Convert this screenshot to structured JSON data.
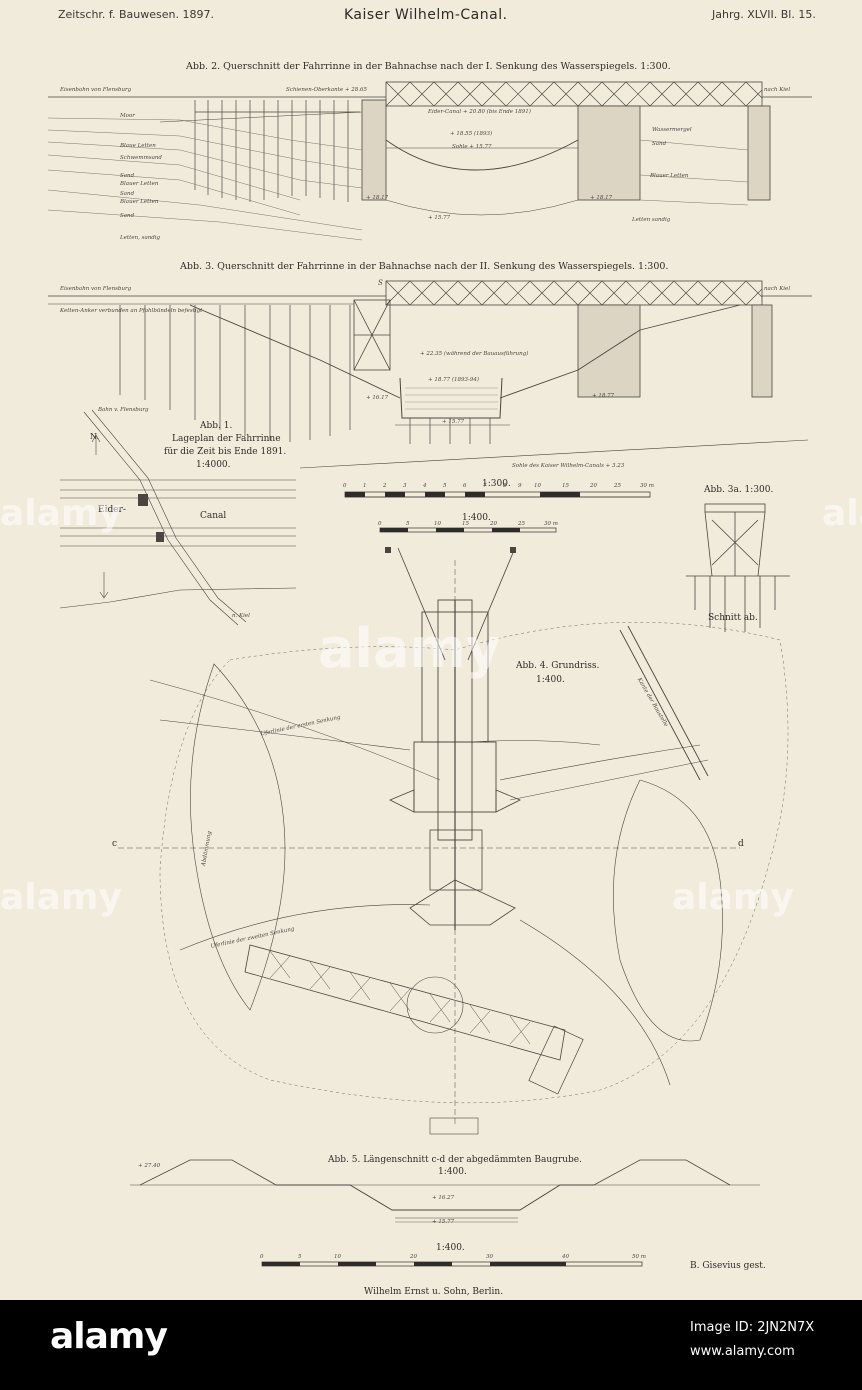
{
  "header": {
    "journal": "Zeitschr. f. Bauwesen. 1897.",
    "title": "Kaiser Wilhelm-Canal.",
    "sheet_ref": "Jahrg. XLVII. Bl. 15."
  },
  "figures": {
    "abb2": {
      "caption": "Abb. 2. Querschnitt der Fahrrinne in der Bahnachse nach der I. Senkung des Wasserspiegels. 1:300.",
      "rail_left": "Eisenbahn von Flensburg",
      "rail_right": "nach Kiel",
      "rail_level": "Schienen-Oberkante + 28.65",
      "canal": "Eider-Canal + 20.80 (bis Ende 1891)",
      "level_1": "+ 18.55 (1893)",
      "level_2": "Sohle + 15.77",
      "strata": [
        "Moor",
        "Blaue Letten",
        "Schwemmsand",
        "Sand",
        "Blauer Letten",
        "Sand",
        "Blauer Letten",
        "Sand",
        "Letten, sandig"
      ],
      "strata_right": [
        "Wassermergel",
        "Sand",
        "Blauer Letten",
        "Letten sandig"
      ],
      "base_left": "+ 18.17",
      "base_mid": "+ 15.77",
      "base_right": "+ 18.17"
    },
    "abb3": {
      "caption": "Abb. 3. Querschnitt der Fahrrinne in der Bahnachse nach der II. Senkung des Wasserspiegels. 1:300.",
      "rail_left": "Eisenbahn von Flensburg",
      "rail_right": "nach Kiel",
      "anchor_note": "Ketten-Anker verbunden an Pfahlbündeln befestigt",
      "marker": "S",
      "level_1": "+ 22.35 (während der Bauausführung)",
      "level_2": "+ 18.77 (1893-94)",
      "sole": "Sohle des Kaiser Wilhelm-Canals + 3.23",
      "base_left": "+ 16.17",
      "base_mid": "+ 15.77",
      "base_right": "+ 18.77"
    },
    "abb1": {
      "caption_1": "Abb. 1.",
      "caption_2": "Lageplan der Fahrrinne",
      "caption_3": "für die Zeit bis Ende 1891.",
      "scale": "1:4000.",
      "north": "N.",
      "label_eider": "Eider-",
      "label_canal": "Canal",
      "label_kiel": "n. Kiel",
      "label_flensburg": "Bahn v. Flensburg"
    },
    "scale_300": {
      "label": "1:300.",
      "ticks": [
        "0",
        "1",
        "2",
        "3",
        "4",
        "5",
        "6",
        "7",
        "8",
        "9",
        "10",
        "15",
        "20",
        "25",
        "30 m"
      ]
    },
    "scale_400": {
      "label": "1:400.",
      "ticks": [
        "0",
        "5",
        "10",
        "15",
        "20",
        "25",
        "30 m"
      ]
    },
    "abb3a": {
      "caption": "Abb. 3a. 1:300.",
      "section": "Schnitt ab."
    },
    "abb4": {
      "caption": "Abb. 4. Grundriss.",
      "scale": "1:400.",
      "label_c": "c",
      "label_d": "d",
      "notes": [
        "Uferlinie der ersten Senkung",
        "Uferlinie der zweiten Senkung",
        "Abdämmung",
        "Kante der Baustelle"
      ]
    },
    "abb5": {
      "caption": "Abb. 5. Längenschnitt c-d der abgedämmten Baugrube.",
      "scale": "1:400.",
      "level_top": "+ 27.40",
      "level_mid": "+ 16.27",
      "level_bottom": "+ 15.77"
    },
    "scale_bottom": {
      "label": "1:400.",
      "ticks": [
        "0",
        "5",
        "10",
        "20",
        "30",
        "40",
        "50 m"
      ]
    }
  },
  "credits": {
    "drafter": "B. Gisevius gest.",
    "publisher": "Wilhelm Ernst u. Sohn, Berlin."
  },
  "watermark": {
    "word": "alamy",
    "id": "2JN2N7X",
    "site": "www.alamy.com"
  }
}
